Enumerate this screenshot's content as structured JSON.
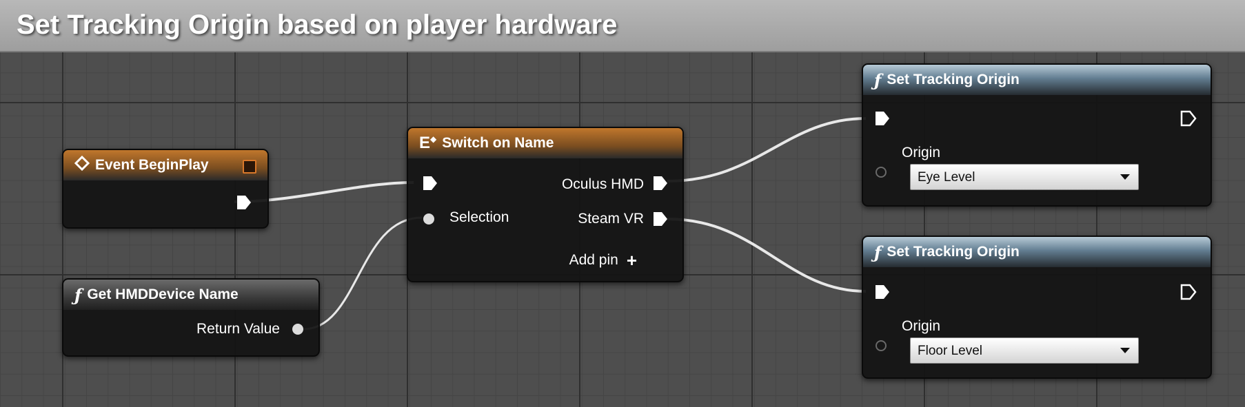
{
  "comment": {
    "title": "Set Tracking Origin based on player hardware"
  },
  "nodes": {
    "begin_play": {
      "title": "Event BeginPlay"
    },
    "get_hmd": {
      "title": "Get HMDDevice Name",
      "output_label": "Return Value"
    },
    "switch": {
      "title": "Switch on Name",
      "selection_label": "Selection",
      "outputs": [
        "Oculus HMD",
        "Steam VR"
      ],
      "add_pin_label": "Add pin"
    },
    "set_origin_1": {
      "title": "Set Tracking Origin",
      "param_label": "Origin",
      "value": "Eye Level"
    },
    "set_origin_2": {
      "title": "Set Tracking Origin",
      "param_label": "Origin",
      "value": "Floor Level"
    }
  },
  "icons": {
    "event": "diamond-icon",
    "function": "function-icon",
    "switch": "switch-icon",
    "add": "plus-icon",
    "dropdown": "chevron-down-icon"
  },
  "colors": {
    "event_header": "#c0772c",
    "function_header": "#627d91",
    "wire": "#e8e8e8",
    "comment_bar": "#b0b0b0"
  }
}
